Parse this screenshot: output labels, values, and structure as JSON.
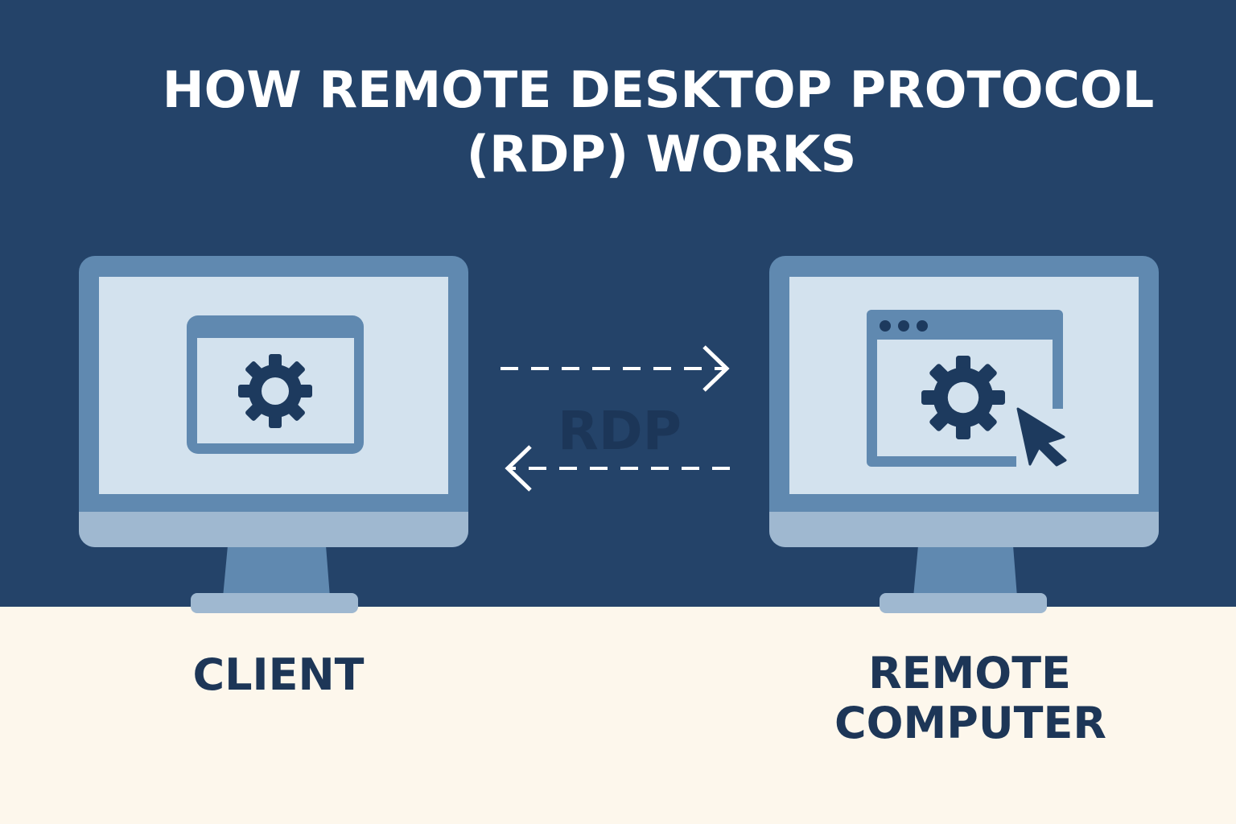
{
  "title": {
    "line1": "HOW REMOTE DESKTOP PROTOCOL",
    "line2": "(RDP) WORKS"
  },
  "protocol_label": "RDP",
  "client": {
    "label": "CLIENT",
    "icon": "gear-icon"
  },
  "remote": {
    "label_line1": "REMOTE",
    "label_line2": "COMPUTER",
    "icons": [
      "gear-icon",
      "cursor-icon"
    ]
  },
  "colors": {
    "background_top": "#244369",
    "background_bottom": "#fdf7ec",
    "monitor_frame": "#6089b0",
    "monitor_screen": "#d3e2ee",
    "monitor_chin": "#9fb8d0",
    "accent_dark": "#1d3a5e"
  }
}
